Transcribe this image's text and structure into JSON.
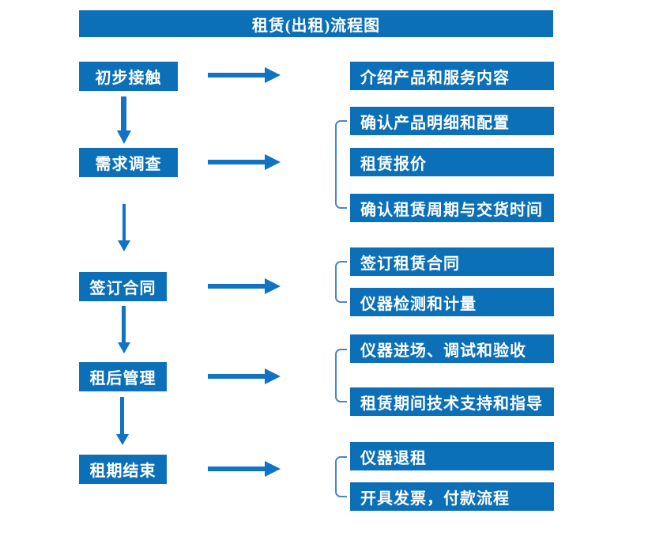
{
  "title": "租赁(出租)流程图",
  "colors": {
    "primary": "#0C70B8",
    "arrow": "#1173C2",
    "bracket": "#4A86C6",
    "text": "#FFFFFF",
    "background": "#FFFFFF"
  },
  "steps": [
    {
      "label": "初步接触",
      "outputs": [
        "介绍产品和服务内容"
      ]
    },
    {
      "label": "需求调查",
      "outputs": [
        "确认产品明细和配置",
        "租赁报价",
        "确认租赁周期与交货时间"
      ]
    },
    {
      "label": "签订合同",
      "outputs": [
        "签订租赁合同",
        "仪器检测和计量"
      ]
    },
    {
      "label": "租后管理",
      "outputs": [
        "仪器进场、调试和验收",
        "租赁期间技术支持和指导"
      ]
    },
    {
      "label": "租期结束",
      "outputs": [
        "仪器退租",
        "开具发票，付款流程"
      ]
    }
  ]
}
